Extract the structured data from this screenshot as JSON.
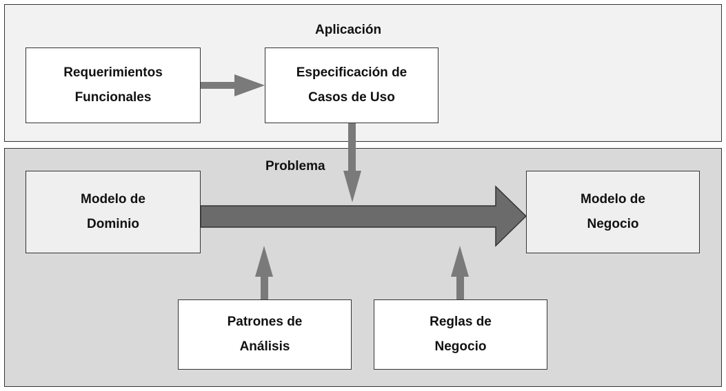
{
  "panels": {
    "application": {
      "title": "Aplicación"
    },
    "problem": {
      "title": "Problema"
    }
  },
  "boxes": {
    "requirements": {
      "line1": "Requerimientos",
      "line2": "Funcionales"
    },
    "use_cases": {
      "line1": "Especificación de",
      "line2": "Casos de Uso"
    },
    "domain_model": {
      "line1": "Modelo de",
      "line2": "Dominio"
    },
    "business_model": {
      "line1": "Modelo de",
      "line2": "Negocio"
    },
    "analysis_patterns": {
      "line1": "Patrones de",
      "line2": "Análisis"
    },
    "business_rules": {
      "line1": "Reglas de",
      "line2": "Negocio"
    }
  },
  "colors": {
    "arrow": "#7a7a7a",
    "big_arrow": "#6b6b6b",
    "application_panel": "#f2f2f2",
    "problem_panel": "#d9d9d9"
  }
}
